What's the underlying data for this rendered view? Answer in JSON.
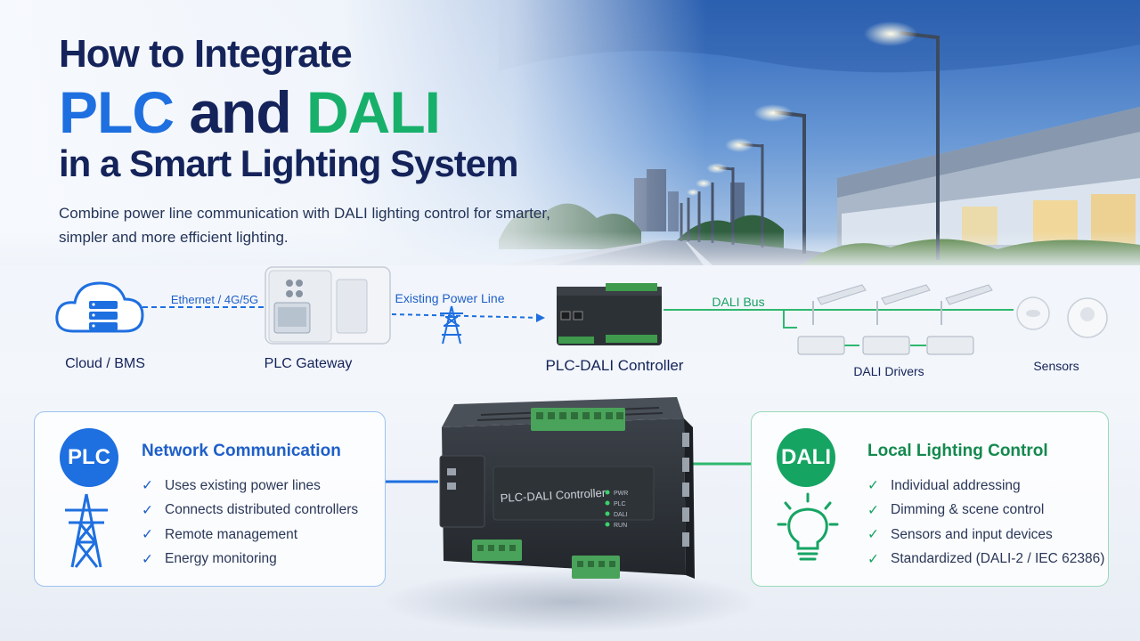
{
  "hero": {
    "title_line1": "How to Integrate",
    "title_line2_plc": "PLC",
    "title_line2_and": " and ",
    "title_line2_dali": "DALI",
    "title_line3": "in a Smart Lighting System",
    "subtitle": "Combine power line communication with DALI lighting control for smarter, simpler and more efficient lighting."
  },
  "flow": {
    "nodes": {
      "cloud": "Cloud / BMS",
      "gateway": "PLC Gateway",
      "controller": "PLC-DALI Controller",
      "drivers": "DALI Drivers",
      "sensors": "Sensors"
    },
    "edges": {
      "ethernet": "Ethernet / 4G/5G",
      "power_line": "Existing Power Line",
      "dali_bus": "DALI Bus"
    }
  },
  "plc_card": {
    "badge": "PLC",
    "title": "Network Communication",
    "items": [
      "Uses existing power lines",
      "Connects distributed controllers",
      "Remote management",
      "Energy monitoring"
    ],
    "icon": "transmission-tower-icon"
  },
  "dali_card": {
    "badge": "DALI",
    "title": "Local Lighting Control",
    "items": [
      "Individual addressing",
      "Dimming & scene control",
      "Sensors and input devices",
      "Standardized (DALI-2 / IEC 62386)"
    ],
    "icon": "light-bulb-icon"
  },
  "controller": {
    "label": "PLC-DALI Controller",
    "leds": [
      "PWR",
      "PLC",
      "DALI",
      "RUN"
    ]
  },
  "colors": {
    "navy": "#14235a",
    "plc_blue": "#1e6fe0",
    "dali_green": "#17b06b"
  }
}
